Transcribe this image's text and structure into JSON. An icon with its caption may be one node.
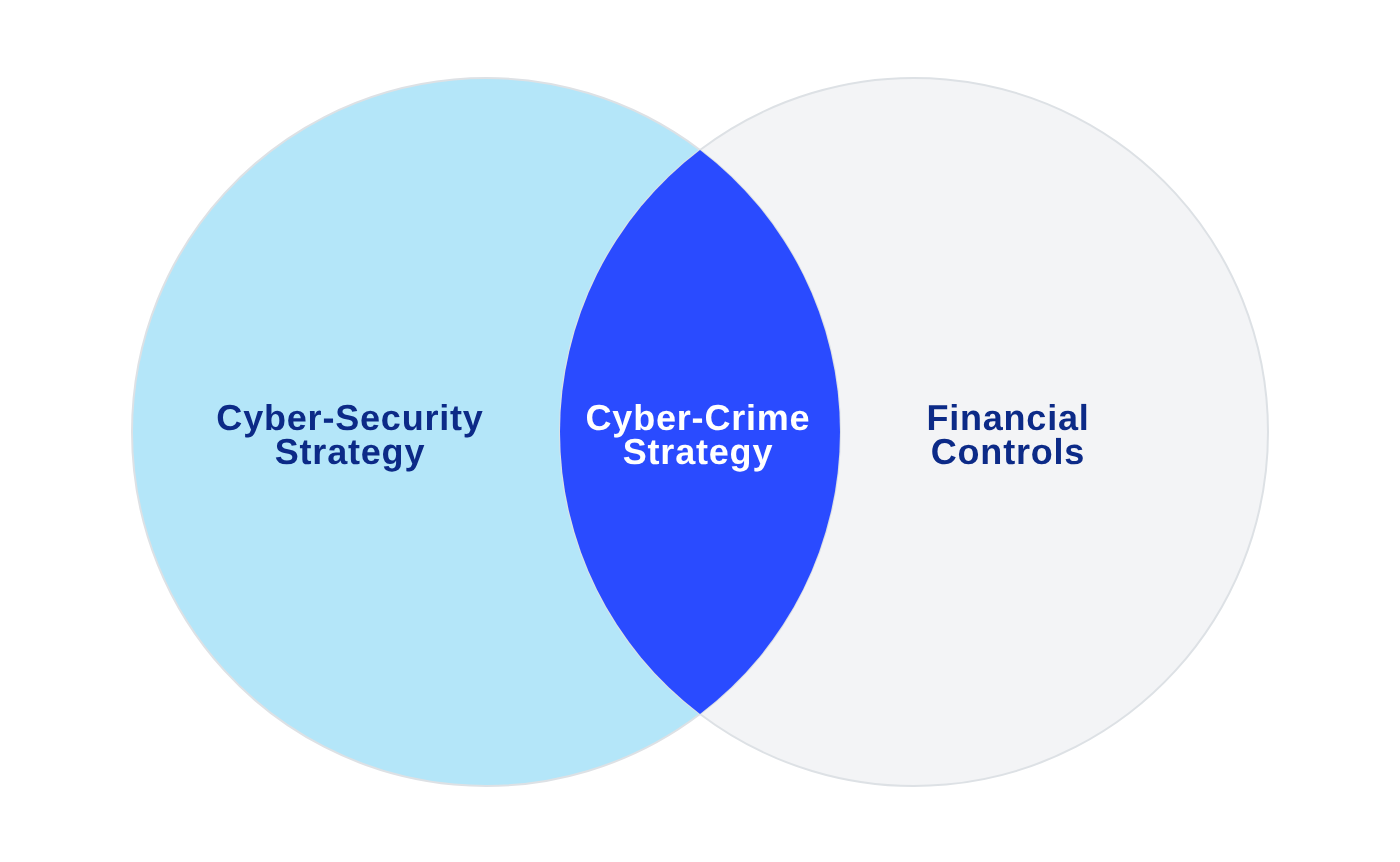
{
  "diagram": {
    "nodes": [
      {
        "text": [
          "Cyber-Security Strategy"
        ]
      },
      {
        "text": [
          "Cyber-Crime Strategy"
        ]
      },
      {
        "text": [
          "Financial Controls"
        ]
      }
    ]
  }
}
